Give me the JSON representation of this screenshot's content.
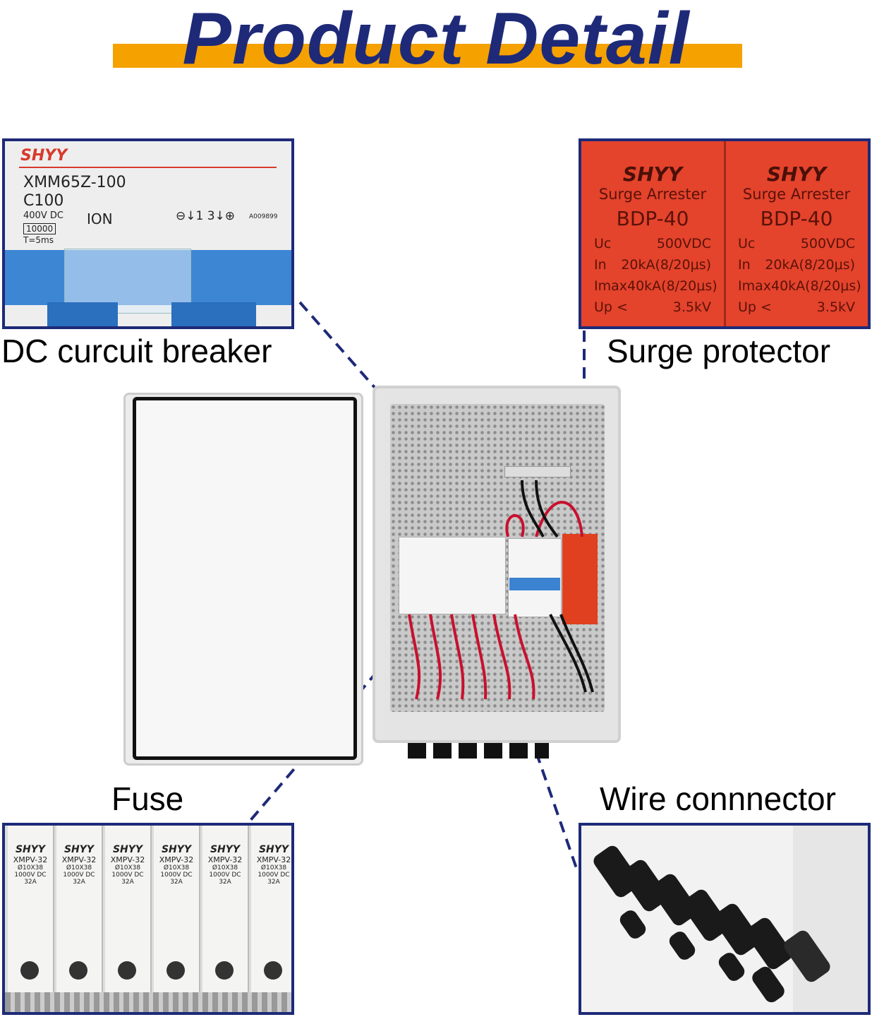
{
  "header": {
    "title": "Product Detail"
  },
  "callouts": {
    "breaker": {
      "label": "DC curcuit breaker",
      "brand": "SHYY",
      "model": "XMM65Z-100",
      "rating": "C100",
      "voltage": "400V  DC",
      "on": "ION",
      "capacity": "10000",
      "time": "T=5ms",
      "cert": "A009899",
      "terminals": "⊖↓1 3↓⊕"
    },
    "surge": {
      "label": "Surge protector",
      "brand": "SHYY",
      "name": "Surge Arrester",
      "model": "BDP-40",
      "rows": [
        [
          "Uc",
          "500VDC"
        ],
        [
          "In",
          "20kA(8/20μs)"
        ],
        [
          "Imax",
          "40kA(8/20μs)"
        ],
        [
          "Up  <",
          "3.5kV"
        ]
      ]
    },
    "fuse": {
      "label": "Fuse",
      "brand": "SHYY",
      "model": "XMPV-32",
      "size": "Ø10X38",
      "spec": "1000V DC  32A"
    },
    "connector": {
      "label": "Wire connnector"
    }
  },
  "colors": {
    "title": "#1e2a78",
    "accent": "#f5a100",
    "surge": "#e4432c"
  }
}
